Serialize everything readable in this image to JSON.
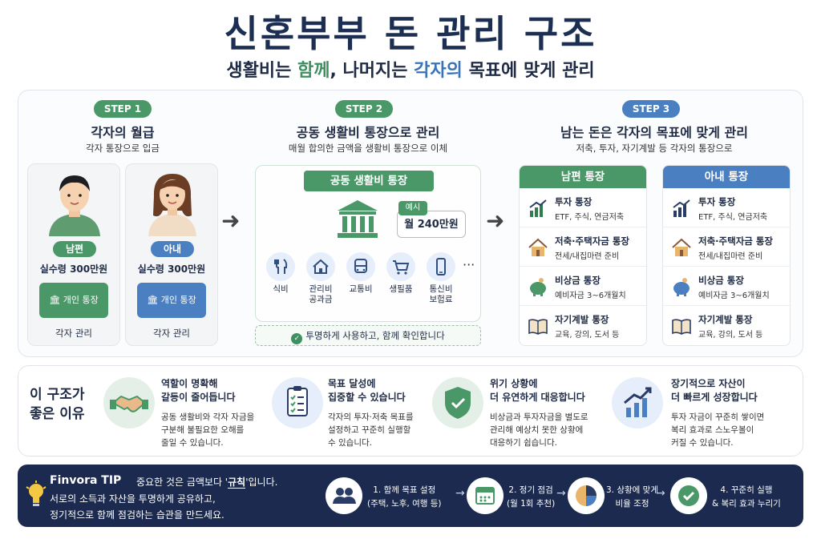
{
  "header": {
    "title": "신혼부부 돈 관리 구조",
    "subtitle_pre": "생활비는 ",
    "subtitle_hl1": "함께",
    "subtitle_mid": ", 나머지는 ",
    "subtitle_hl2": "각자의",
    "subtitle_post": " 목표에 맞게 관리"
  },
  "step1": {
    "badge": "STEP 1",
    "heading": "각자의 월급",
    "sub": "각자 통장으로 입금",
    "people": [
      {
        "role": "남편",
        "salary": "실수령 300만원",
        "account": "개인 통장",
        "manage": "각자 관리"
      },
      {
        "role": "아내",
        "salary": "실수령 300만원",
        "account": "개인 통장",
        "manage": "각자 관리"
      }
    ]
  },
  "step2": {
    "badge": "STEP 2",
    "heading": "공동 생활비 통장으로 관리",
    "sub": "매월 합의한 금액을 생활비 통장으로 이체",
    "account_title": "공동 생활비 통장",
    "example_tag": "예시",
    "example_amount": "월 240만원",
    "categories": [
      {
        "label": "식비",
        "icon": "fork-knife-icon"
      },
      {
        "label": "관리비\n공과금",
        "icon": "house-icon"
      },
      {
        "label": "교통비",
        "icon": "bus-icon"
      },
      {
        "label": "생필품",
        "icon": "cart-icon"
      },
      {
        "label": "통신비\n보험료",
        "icon": "phone-icon"
      }
    ],
    "more": "···",
    "confirm": "투명하게 사용하고, 함께 확인합니다"
  },
  "step3": {
    "badge": "STEP 3",
    "heading": "남는 돈은 각자의 목표에 맞게 관리",
    "sub": "저축, 투자, 자기계발 등 각자의 통장으로",
    "columns": [
      {
        "title": "남편 통장",
        "items": [
          {
            "name": "투자 통장",
            "desc": "ETF, 주식, 연금저축"
          },
          {
            "name": "저축·주택자금 통장",
            "desc": "전세/내집마련 준비"
          },
          {
            "name": "비상금 통장",
            "desc": "예비자금 3~6개월치"
          },
          {
            "name": "자기계발 통장",
            "desc": "교육, 강의, 도서 등"
          }
        ]
      },
      {
        "title": "아내 통장",
        "items": [
          {
            "name": "투자 통장",
            "desc": "ETF, 주식, 연금저축"
          },
          {
            "name": "저축·주택자금 통장",
            "desc": "전세/내집마련 준비"
          },
          {
            "name": "비상금 통장",
            "desc": "예비자금 3~6개월치"
          },
          {
            "name": "자기계발 통장",
            "desc": "교육, 강의, 도서 등"
          }
        ]
      }
    ]
  },
  "reasons": {
    "heading": "이 구조가\n좋은 이유",
    "items": [
      {
        "title": "역할이 명확해\n갈등이 줄어듭니다",
        "desc": "공동 생활비와 각자 자금을\n구분해 불필요한 오해를\n줄일 수 있습니다."
      },
      {
        "title": "목표 달성에\n집중할 수 있습니다",
        "desc": "각자의 투자·저축 목표를\n설정하고 꾸준히 실행할\n수 있습니다."
      },
      {
        "title": "위기 상황에\n더 유연하게 대응합니다",
        "desc": "비상금과 투자자금을 별도로\n관리해 예상치 못한 상황에\n대응하기 쉽습니다."
      },
      {
        "title": "장기적으로 자산이\n더 빠르게 성장합니다",
        "desc": "투자 자금이 꾸준히 쌓이면\n복리 효과로 스노우볼이\n커질 수 있습니다."
      }
    ]
  },
  "tip": {
    "brand": "Finvora TIP",
    "pre": "중요한 것은 금액보다 '",
    "keyword": "규칙",
    "post": "'입니다.",
    "line2": "서로의 소득과 자산을 투명하게 공유하고,",
    "line3": "정기적으로 함께 점검하는 습관을 만드세요.",
    "steps": [
      {
        "l1": "1. 함께 목표 설정",
        "l2": "(주택, 노후, 여행 등)"
      },
      {
        "l1": "2. 정기 점검",
        "l2": "(월 1회 추천)"
      },
      {
        "l1": "3. 상황에 맞게",
        "l2": "비율 조정"
      },
      {
        "l1": "4. 꾸준히 실행",
        "l2": "& 복리 효과 누리기"
      }
    ]
  },
  "colors": {
    "green": "#4a9868",
    "blue": "#4a7fc2",
    "navy": "#1b2a4e"
  }
}
